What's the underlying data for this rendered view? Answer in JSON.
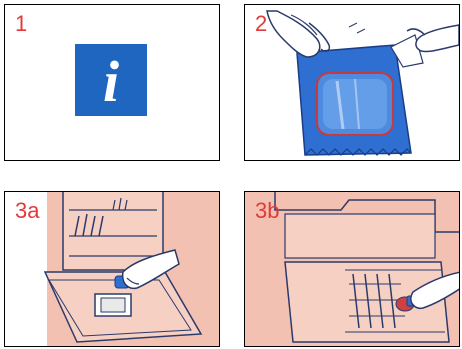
{
  "panels": [
    {
      "label": "1",
      "icon": "info-icon",
      "glyph": "i"
    },
    {
      "label": "2",
      "icon": "dishwasher-tablet-packet-icon"
    },
    {
      "label": "3a",
      "icon": "dishwasher-door-detergent-compartment-icon"
    },
    {
      "label": "3b",
      "icon": "dishwasher-basket-tablet-icon"
    }
  ],
  "colors": {
    "label_red": "#e03a3a",
    "info_blue": "#1f66c0",
    "packet_blue": "#2f6fd1",
    "illustration_pink": "#f3c1b1",
    "line_navy": "#2b3a6b"
  }
}
